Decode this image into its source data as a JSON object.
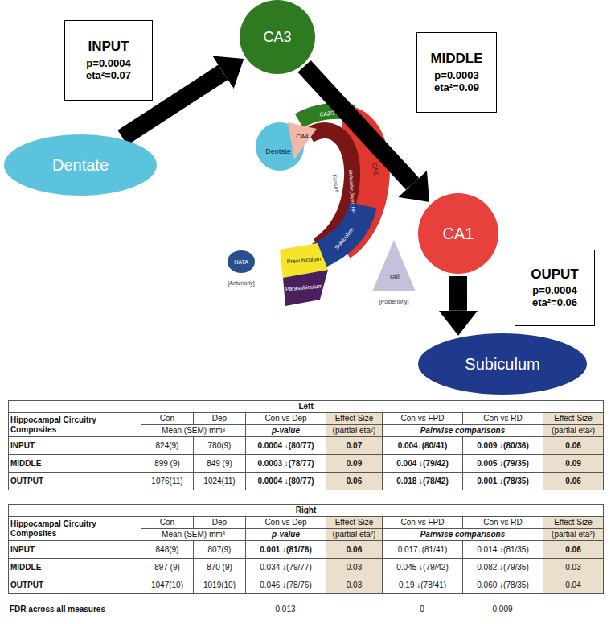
{
  "diagram": {
    "nodes": [
      {
        "text": [
          "INPUT",
          "p=0.0004",
          "eta²=0.07"
        ]
      },
      {
        "text": [
          "CA3"
        ]
      },
      {
        "text": [
          "MIDDLE",
          "p=0.0003",
          "eta²=0.09"
        ]
      },
      {
        "text": [
          "Dentate"
        ]
      },
      {
        "text": [
          "CA1"
        ]
      },
      {
        "text": [
          "OUPUT",
          "p=0.0004",
          "eta²=0.06"
        ]
      },
      {
        "text": [
          "Subiculum"
        ]
      }
    ],
    "edges": [
      {
        "from": 3,
        "to": 1,
        "arrow": "to"
      },
      {
        "from": 1,
        "to": 4,
        "arrow": "to"
      },
      {
        "from": 4,
        "to": 6,
        "arrow": "to"
      }
    ],
    "labels": [
      "CA4",
      "Dentate",
      "CA2/3",
      "CA1",
      "Fissure",
      "Molecular_layer_HP",
      "Subiculum",
      "Presubiculum",
      "Parasubiculum",
      "HATA",
      "Tail",
      "[Anteriorly]",
      "[Posteriorly]",
      "Left",
      "Hippocampal Circuitry Composites",
      "Con",
      "Dep",
      "Con vs Dep",
      "Effect Size",
      "Con vs FPD",
      "Con vs RD",
      "Effect Size",
      "Mean (SEM) mm³",
      "p-value",
      "(partial eta²)",
      "Pairwise comparisons",
      "(partial eta²)",
      "INPUT",
      "824(9)",
      "780(9)",
      "0.0004 ↓(80/77)",
      "0.07",
      "0.004↓(80/41)",
      "0.009 ↓(80/36)",
      "0.06",
      "MIDDLE",
      "899 (9)",
      "849 (9)",
      "0.0003 ↓(78/77)",
      "0.09",
      "0.004 ↓(79/42)",
      "0.005 ↓(79/35)",
      "0.09",
      "OUTPUT",
      "1076(11)",
      "1024(11)",
      "0.0004 ↓(80/77)",
      "0.06",
      "0.018 ↓(78/42)",
      "0.001 ↓(78/35)",
      "0.06",
      "Right",
      "Hippocampal Circuitry Composites",
      "Con",
      "Dep",
      "Con vs Dep",
      "Effect Size",
      "Con vs FPD",
      "Con vs RD",
      "Effect Size",
      "Mean (SEM) mm³",
      "p-value",
      "(partial eta²)",
      "Pairwise comparisons",
      "(partial eta²)",
      "INPUT",
      "848(9)",
      "807(9)",
      "0.001 ↓(81/76)",
      "0.06",
      "0.017↓(81/41)",
      "0.014 ↓(81/35)",
      "0.06",
      "MIDDLE",
      "897 (9)",
      "870 (9)",
      "0.034 ↓(79/77)",
      "0.03",
      "0.045 ↓(79/42)",
      "0.082 ↓(79/35)",
      "0.03",
      "OUTPUT",
      "1047(10)",
      "1019(10)",
      "0.046 ↓(78/76)",
      "0.03",
      "0.19 ↓(78/41)",
      "0.060 ↓(78/35)",
      "0.04",
      "FDR across all measures",
      "0.013",
      "0",
      "0.009"
    ]
  }
}
